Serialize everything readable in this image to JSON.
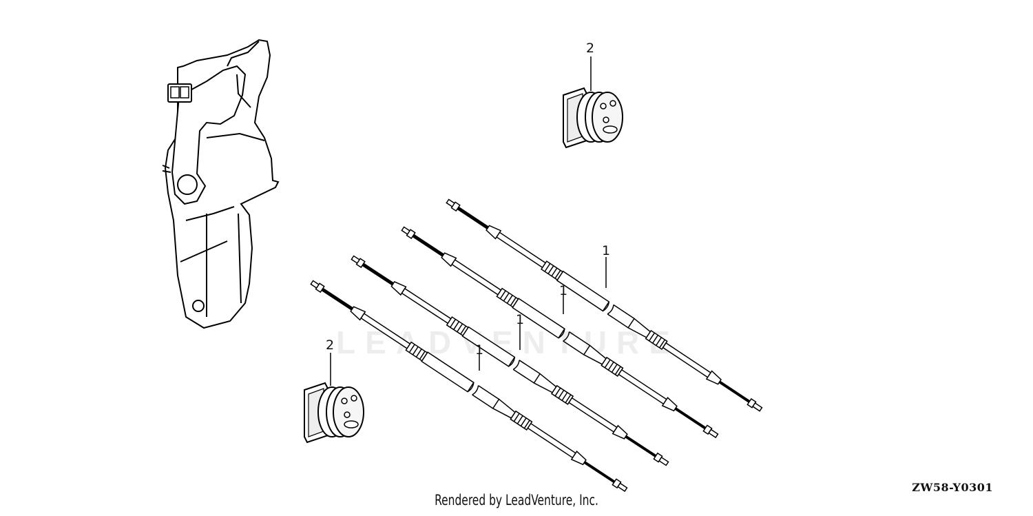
{
  "diagram": {
    "part_code": "ZW58-Y0301",
    "credit": "Rendered by LeadVenture, Inc.",
    "watermark": "LEADVENTURE",
    "callouts": [
      {
        "id": "grommet-top",
        "label": "2"
      },
      {
        "id": "grommet-bottom",
        "label": "2"
      },
      {
        "id": "cable-1",
        "label": "1"
      },
      {
        "id": "cable-2",
        "label": "1"
      },
      {
        "id": "cable-3",
        "label": "1"
      },
      {
        "id": "cable-4",
        "label": "1"
      }
    ]
  }
}
